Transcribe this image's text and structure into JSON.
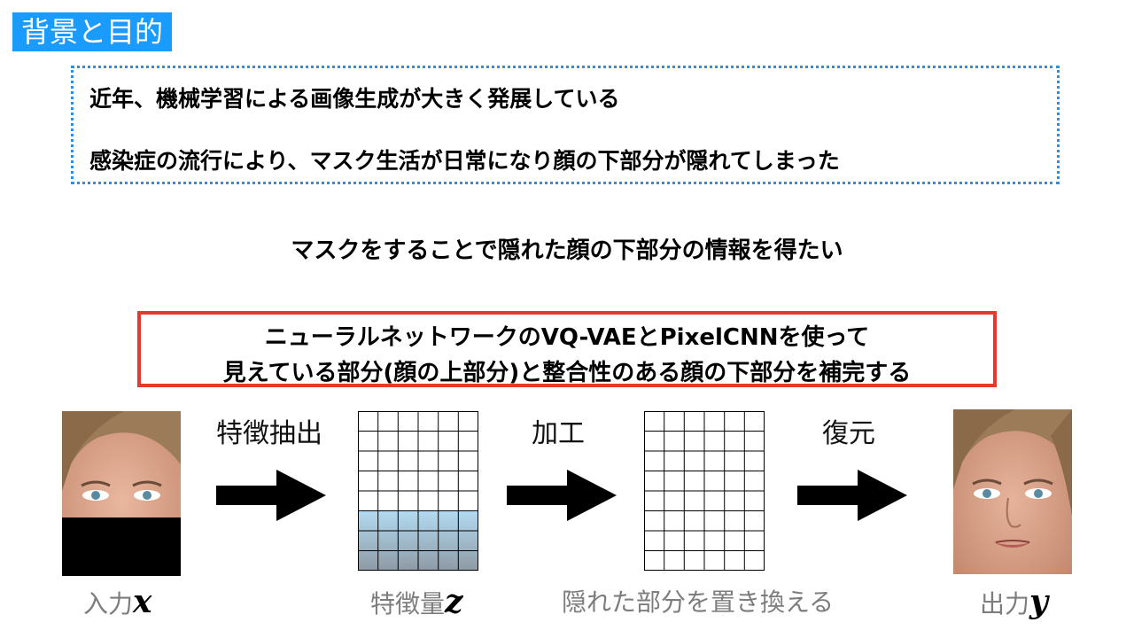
{
  "header": {
    "title": "背景と目的"
  },
  "background": {
    "line1": "近年、機械学習による画像生成が大きく発展している",
    "line2": "感染症の流行により、マスク生活が日常になり顔の下部分が隠れてしまった"
  },
  "goal": "マスクをすることで隠れた顔の下部分の情報を得たい",
  "method": {
    "line1": "ニューラルネットワークのVQ-VAEとPixelCNNを使って",
    "line2": "見えている部分(顔の上部分)と整合性のある顔の下部分を補完する"
  },
  "pipeline": {
    "input_label": "入力",
    "input_symbol": "x",
    "step1": "特徴抽出",
    "feature_label": "特徴量",
    "feature_symbol": "z",
    "step2": "加工",
    "replace_caption": "隠れた部分を置き換える",
    "step3": "復元",
    "output_label": "出力",
    "output_symbol": "y"
  },
  "colors": {
    "title_bg": "#1a9bff",
    "dotted_border": "#2d8ee6",
    "method_border": "#e43a2c",
    "highlight_cells": "#b3dbf2"
  }
}
